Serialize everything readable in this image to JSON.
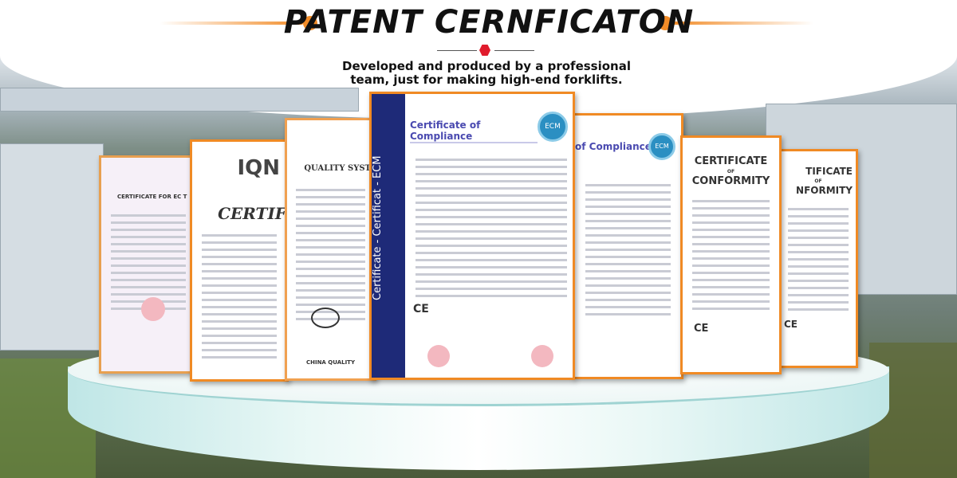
{
  "header": {
    "title": "PATENT CERNFICATON",
    "subtitle_line1": "Developed and produced by a professional",
    "subtitle_line2": "team, just for making high-end forklifts."
  },
  "colors": {
    "accent": "#f28c28",
    "divider_hex": "#e01b2c",
    "cert_border": "#f08a24"
  },
  "certificates": [
    {
      "title": "CERTIFICATE FOR EC T"
    },
    {
      "logo": "IQN",
      "title": "CERTIF"
    },
    {
      "title": "QUALITY SYST",
      "footer": "CHINA QUALITY"
    },
    {
      "title": "Certificate of Compliance",
      "band": "Certificate - Certificat - ECM",
      "seal": "ECM",
      "mark": "CE"
    },
    {
      "title": "of Compliance",
      "seal": "ECM"
    },
    {
      "title_line1": "CERTIFICATE",
      "title_of": "OF",
      "title_line2": "CONFORMITY",
      "mark": "CE"
    },
    {
      "title_line1": "TIFICATE",
      "title_of": "OF",
      "title_line2": "NFORMITY",
      "mark": "CE"
    }
  ]
}
